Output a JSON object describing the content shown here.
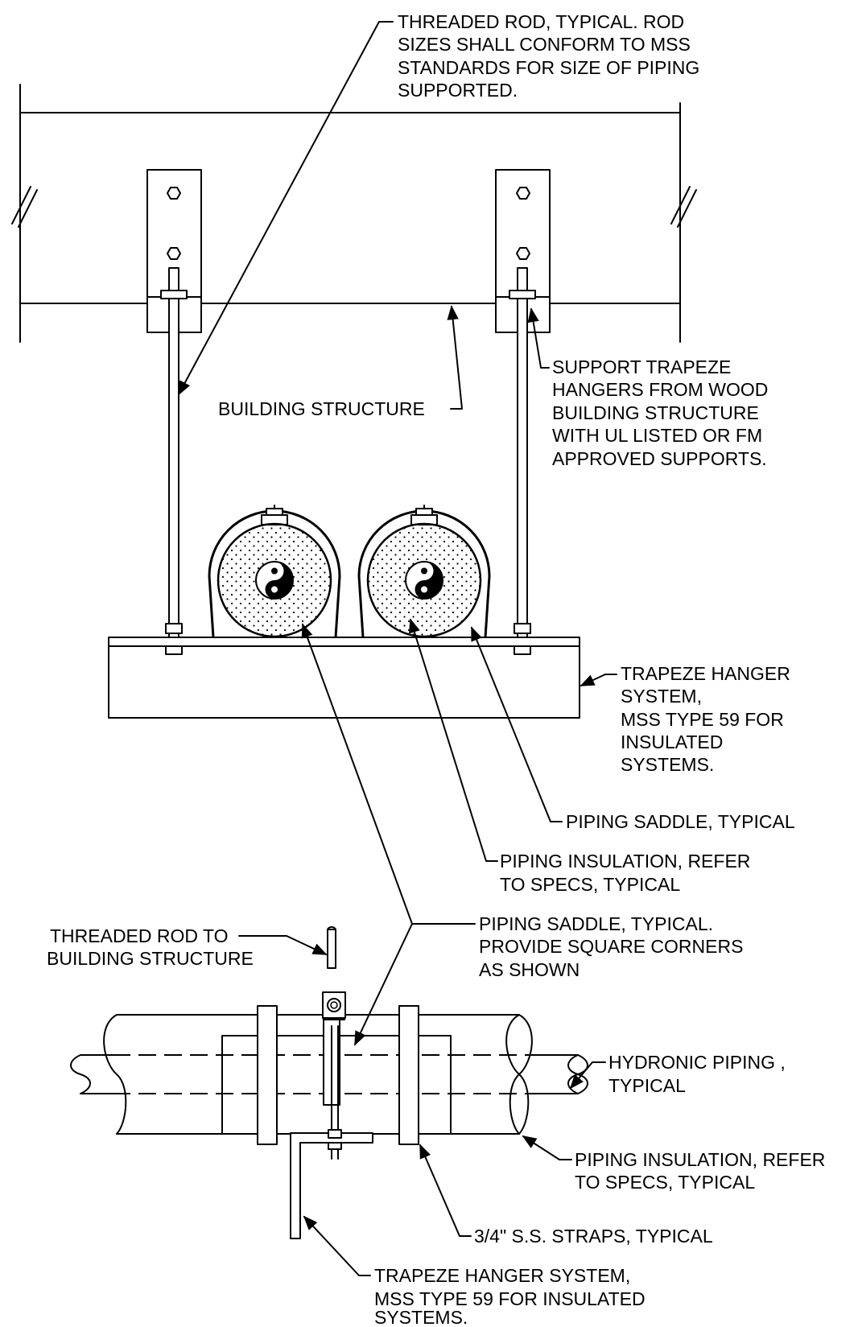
{
  "notes": {
    "threaded_rod": [
      "THREADED ROD, TYPICAL. ROD",
      "SIZES SHALL CONFORM TO MSS",
      "STANDARDS FOR SIZE OF PIPING",
      "SUPPORTED."
    ],
    "building_structure": [
      "BUILDING STRUCTURE"
    ],
    "support_trapeze": [
      "SUPPORT TRAPEZE",
      "HANGERS FROM WOOD",
      "BUILDING STRUCTURE",
      "WITH UL LISTED OR FM",
      "APPROVED SUPPORTS."
    ],
    "trapeze_system_1": [
      "TRAPEZE HANGER",
      "SYSTEM,",
      "MSS TYPE 59 FOR",
      "INSULATED",
      "SYSTEMS."
    ],
    "piping_saddle_1": [
      "PIPING SADDLE, TYPICAL"
    ],
    "piping_insulation_1": [
      "PIPING INSULATION, REFER",
      "TO SPECS, TYPICAL"
    ],
    "threaded_rod_to_structure": [
      "THREADED ROD TO",
      "BUILDING STRUCTURE"
    ],
    "piping_saddle_2": [
      "PIPING SADDLE, TYPICAL.",
      "PROVIDE  SQUARE CORNERS",
      "AS SHOWN"
    ],
    "hydronic_piping": [
      "HYDRONIC PIPING ,",
      "TYPICAL"
    ],
    "piping_insulation_2": [
      "PIPING INSULATION, REFER",
      "TO SPECS, TYPICAL"
    ],
    "straps": [
      "3/4\" S.S. STRAPS, TYPICAL"
    ],
    "trapeze_system_2": [
      "TRAPEZE HANGER SYSTEM,",
      "MSS TYPE 59 FOR INSULATED",
      "SYSTEMS."
    ]
  }
}
